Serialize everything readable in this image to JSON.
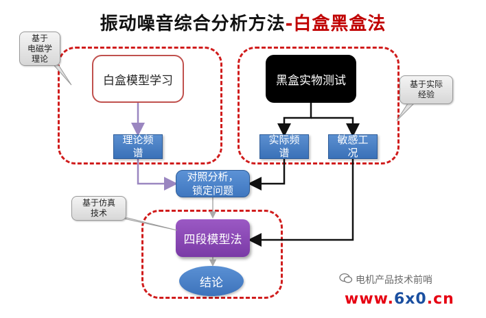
{
  "title": {
    "main": "振动噪音综合分析方法",
    "dash": "-",
    "highlight": "白盒黑盒法"
  },
  "nodes": {
    "white_box_model": "白盒模型学习",
    "black_box_test": "黑盒实物测试",
    "theory_spectrum": "理论频\n谱",
    "actual_spectrum": "实际频\n谱",
    "sensitive_condition": "敏感工\n况",
    "compare_analyze": "对照分析，\n锁定问题",
    "four_segment_model": "四段模型法",
    "conclusion": "结论"
  },
  "callouts": {
    "electromagnetic_theory": "基于\n电磁学\n理论",
    "practical_experience": "基于实际\n经验",
    "simulation_technique": "基于仿真\n技术"
  },
  "watermark": {
    "wechat_name": "电机产品技术前哨",
    "site_part1": "www.",
    "site_part2": "6x0",
    "site_part3": ".cn"
  },
  "colors": {
    "dashed_region": "#d01c1c",
    "blue_box": "#4a80c6",
    "purple_box": "#8a48b4",
    "black_box": "#000000",
    "arrow_purple": "#9a86c0",
    "arrow_black": "#111111",
    "arrow_gray": "#aaaaaa"
  }
}
